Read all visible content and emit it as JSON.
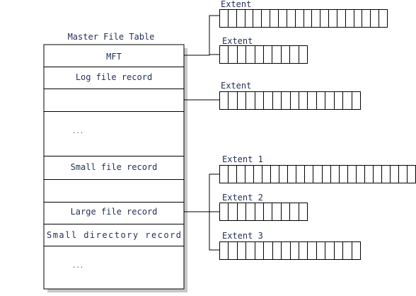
{
  "diagram": {
    "title": "Master File Table",
    "rows": [
      {
        "label": "MFT"
      },
      {
        "label": "Log file record"
      },
      {
        "label": ""
      },
      {
        "label": "..."
      },
      {
        "label": "Small file record"
      },
      {
        "label": ""
      },
      {
        "label": "Large file record"
      },
      {
        "label": "Small directory record"
      },
      {
        "label": "..."
      }
    ],
    "extents": [
      {
        "label": "Extent",
        "cells": 20
      },
      {
        "label": "Extent",
        "cells": 10
      },
      {
        "label": "Extent",
        "cells": 16
      },
      {
        "label": "Extent 1",
        "cells": 23
      },
      {
        "label": "Extent 2",
        "cells": 10
      },
      {
        "label": "Extent 3",
        "cells": 16
      }
    ]
  },
  "colors": {
    "text": "#1f2f54",
    "line": "#000000",
    "shadow": "#c8c8c8"
  }
}
